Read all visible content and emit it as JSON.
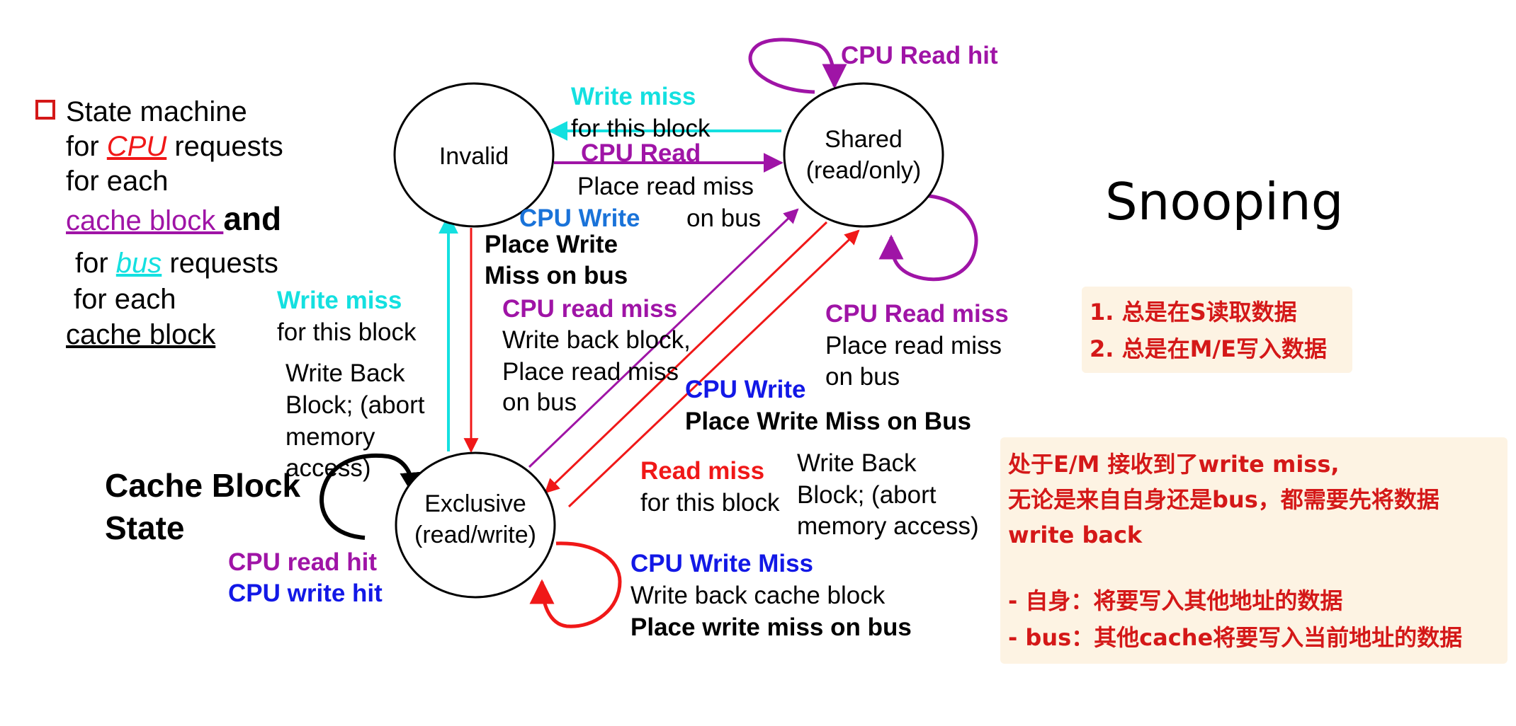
{
  "colors": {
    "cyan": "#14e0e0",
    "purple": "#9f14a6",
    "red": "#f01818",
    "blue": "#1218e6",
    "bright_blue": "#1a73d9",
    "black": "#000000",
    "note_bg": "#fdf3e3",
    "note_text": "#d41818"
  },
  "legend": {
    "line1": "State machine",
    "line2_for": "for ",
    "line2_cpu": "CPU",
    "line2_rest": " requests",
    "line3": "for each",
    "line4_link": "cache block ",
    "line4_and": "and",
    "line5_for": "for ",
    "line5_bus": "bus",
    "line5_rest": " requests",
    "line6": "for each",
    "line7_link": "cache block"
  },
  "title": "Snooping",
  "states": {
    "invalid": "Invalid",
    "shared": [
      "Shared",
      "(read/only)"
    ],
    "exclusive": [
      "Exclusive",
      "(read/write)"
    ]
  },
  "cache_block_state": [
    "Cache Block",
    "State"
  ],
  "labels": {
    "cpu_read_hit_top": "CPU Read hit",
    "write_miss_top": {
      "title": "Write miss",
      "body": "for this block"
    },
    "cpu_read_top": {
      "title": "CPU Read",
      "line1": "Place read miss",
      "line2": "on bus"
    },
    "cpu_write_ie": {
      "title": "CPU Write",
      "line1": "Place Write",
      "line2": "Miss on bus"
    },
    "write_miss_left": {
      "title": "Write miss",
      "body": "for this block",
      "wb": [
        "Write Back",
        "Block; (abort",
        "memory",
        "access)"
      ]
    },
    "cpu_read_miss_es": {
      "title": "CPU read miss",
      "lines": [
        "Write back block,",
        "Place read miss",
        "on bus"
      ]
    },
    "cpu_read_miss_shared": {
      "title": "CPU Read miss",
      "lines": [
        "Place read miss",
        "on bus"
      ]
    },
    "cpu_write_se": {
      "title": "CPU Write",
      "line1": "Place Write Miss on Bus"
    },
    "read_miss_bus": {
      "title": "Read miss",
      "body": "for this block",
      "wb": [
        "Write Back",
        "Block; (abort",
        "memory access)"
      ]
    },
    "cpu_hits": [
      "CPU read hit",
      "CPU write hit"
    ],
    "cpu_write_miss": {
      "title": "CPU Write Miss",
      "line1": "Write back cache block",
      "line2": "Place write miss on bus"
    }
  },
  "note_small": [
    "1. 总是在S读取数据",
    "2. 总是在M/E写入数据"
  ],
  "note_large": [
    "处于E/M 接收到了write miss,",
    "无论是来自自身还是bus，都需要先将数据",
    "write back",
    "",
    "- 自身：将要写入其他地址的数据",
    "- bus：其他cache将要写入当前地址的数据"
  ]
}
